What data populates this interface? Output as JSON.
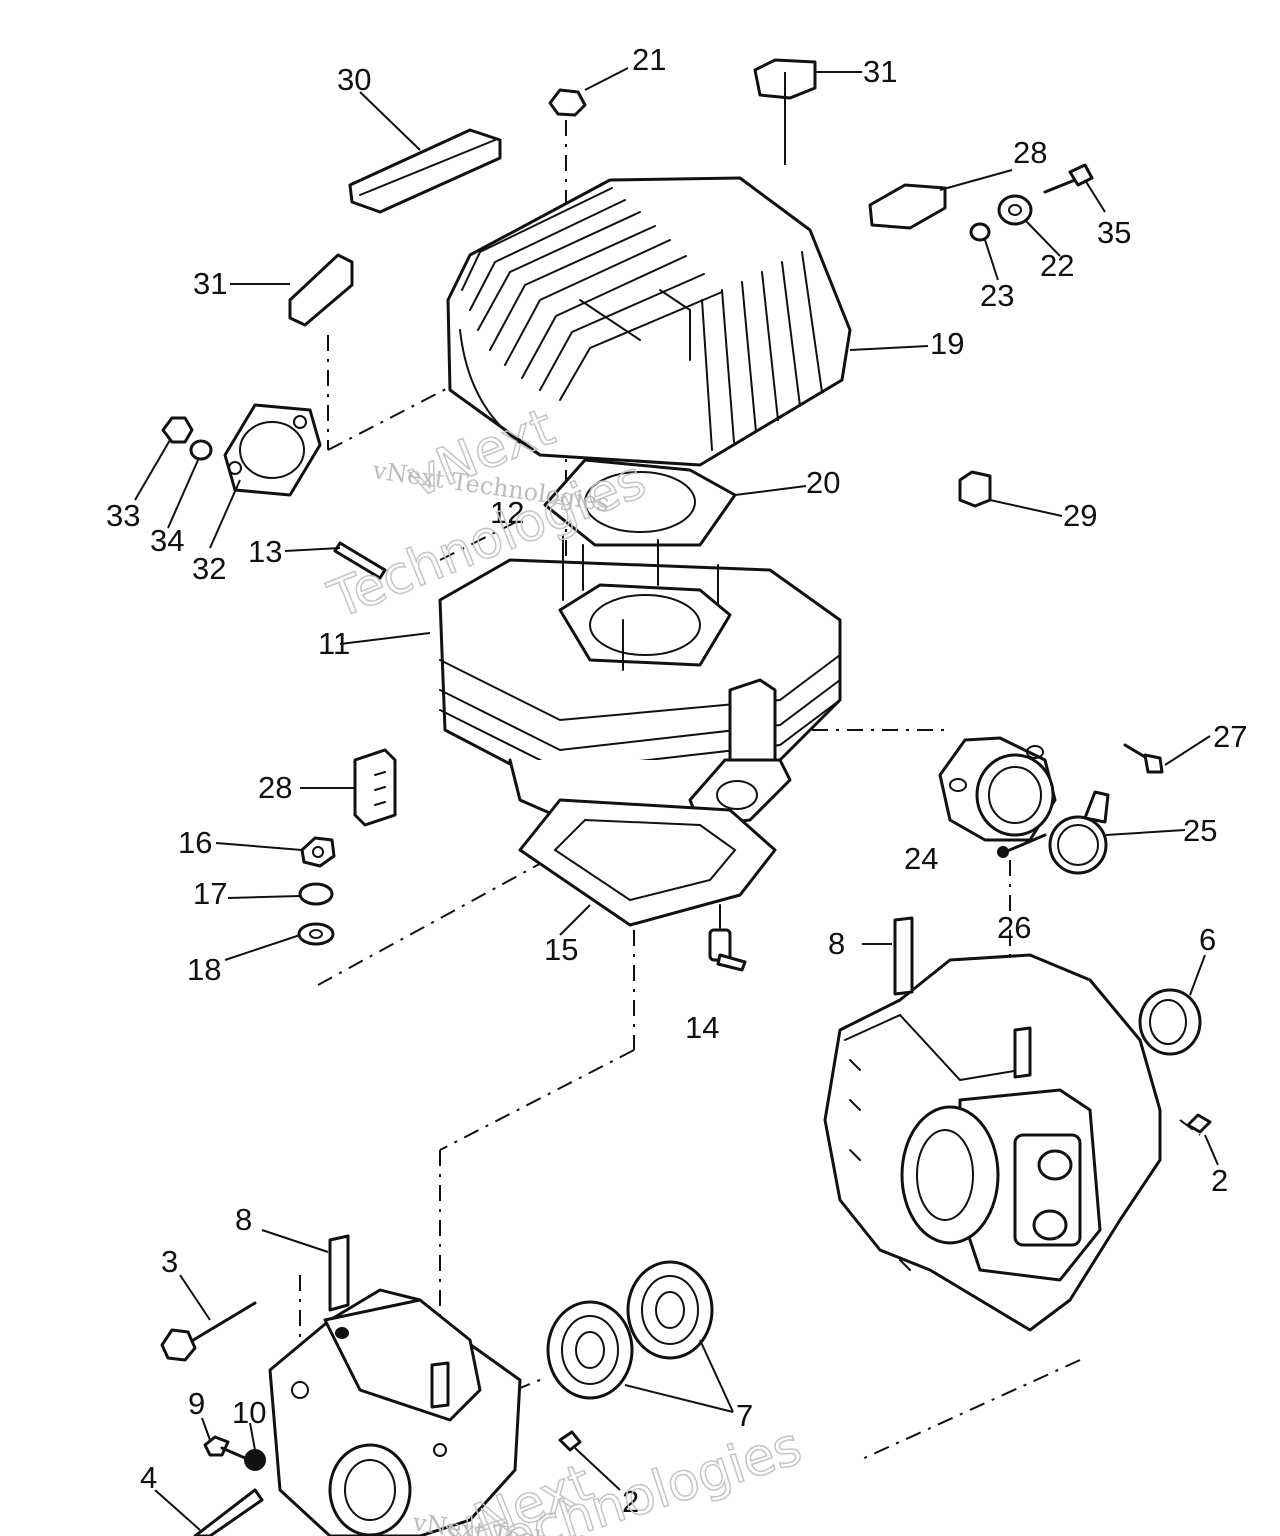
{
  "callouts": {
    "c2a": "2",
    "c2b": "2",
    "c3": "3",
    "c4": "4",
    "c6": "6",
    "c7": "7",
    "c8a": "8",
    "c8b": "8",
    "c9": "9",
    "c10": "10",
    "c11": "11",
    "c12": "12",
    "c13": "13",
    "c14": "14",
    "c15": "15",
    "c16": "16",
    "c17": "17",
    "c18": "18",
    "c19": "19",
    "c20": "20",
    "c21": "21",
    "c22": "22",
    "c23": "23",
    "c24": "24",
    "c25": "25",
    "c26": "26",
    "c27": "27",
    "c28a": "28",
    "c28b": "28",
    "c29": "29",
    "c30": "30",
    "c31a": "31",
    "c31b": "31",
    "c32": "32",
    "c33": "33",
    "c34": "34",
    "c35": "35"
  },
  "watermark": {
    "primary": "vNext Technologies",
    "word1": "vNext",
    "word2": "Technologies"
  },
  "colors": {
    "ink": "#111111",
    "paper": "#ffffff",
    "watermark": "#bbbbbb"
  }
}
